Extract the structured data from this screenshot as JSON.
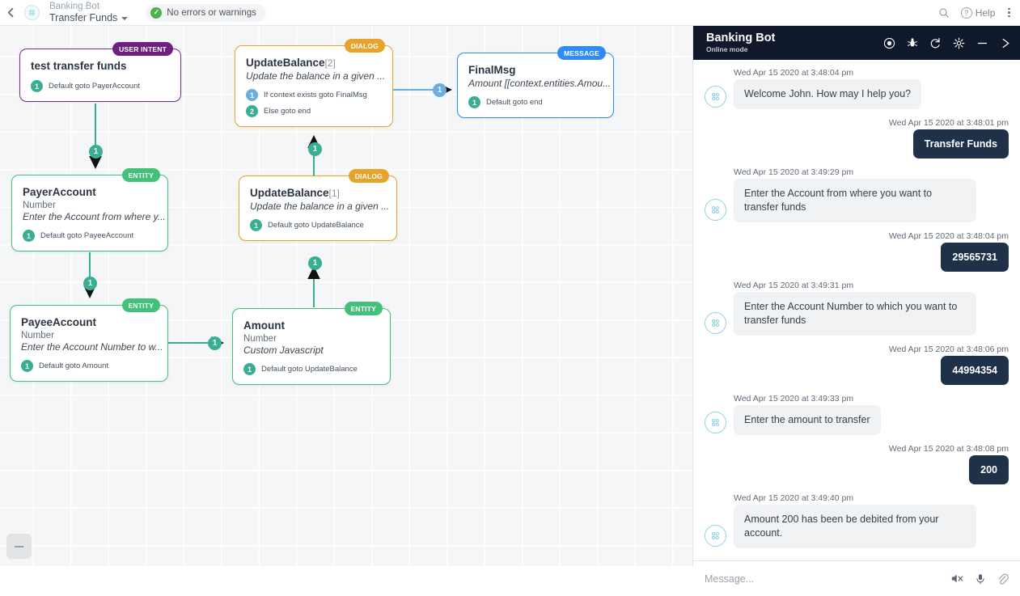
{
  "topbar": {
    "back_icon": "chevron-left-icon",
    "bot_name": "Banking Bot",
    "flow_name": "Transfer Funds",
    "status": "No errors or warnings",
    "search_icon": "search-icon",
    "help_label": "Help",
    "menu_icon": "kebab-menu-icon"
  },
  "canvas": {
    "zoom_out_label": "−",
    "nodes": [
      {
        "id": "test-transfer-funds",
        "kind": "intent",
        "tag": "USER INTENT",
        "title": "test transfer funds",
        "index": "",
        "subtype": "",
        "description": "",
        "connections": [
          {
            "num": "1",
            "label": "Default goto PayerAccount",
            "color": "teal"
          }
        ]
      },
      {
        "id": "payer-account",
        "kind": "entity",
        "tag": "ENTITY",
        "title": "PayerAccount",
        "index": "",
        "subtype": "Number",
        "description": "Enter the Account from where y...",
        "connections": [
          {
            "num": "1",
            "label": "Default goto PayeeAccount",
            "color": "teal"
          }
        ]
      },
      {
        "id": "payee-account",
        "kind": "entity",
        "tag": "ENTITY",
        "title": "PayeeAccount",
        "index": "",
        "subtype": "Number",
        "description": "Enter the Account Number to w...",
        "connections": [
          {
            "num": "1",
            "label": "Default goto Amount",
            "color": "teal"
          }
        ]
      },
      {
        "id": "amount",
        "kind": "entity",
        "tag": "ENTITY",
        "title": "Amount",
        "index": "",
        "subtype": "Number",
        "description": "Custom Javascript",
        "connections": [
          {
            "num": "1",
            "label": "Default goto UpdateBalance",
            "color": "teal"
          }
        ]
      },
      {
        "id": "update-balance-1",
        "kind": "dialog",
        "tag": "DIALOG",
        "title": "UpdateBalance",
        "index": "[1]",
        "subtype": "",
        "description": "Update the balance in a given ...",
        "connections": [
          {
            "num": "1",
            "label": "Default goto UpdateBalance",
            "color": "teal"
          }
        ]
      },
      {
        "id": "update-balance-2",
        "kind": "dialog",
        "tag": "DIALOG",
        "title": "UpdateBalance",
        "index": "[2]",
        "subtype": "",
        "description": "Update the balance in a given ...",
        "connections": [
          {
            "num": "1",
            "label": "If context exists goto FinalMsg",
            "color": "blue"
          },
          {
            "num": "2",
            "label": "Else goto end",
            "color": "teal"
          }
        ]
      },
      {
        "id": "final-msg",
        "kind": "message",
        "tag": "MESSAGE",
        "title": "FinalMsg",
        "index": "",
        "subtype": "",
        "description": "Amount [[context.entities.Amou...",
        "connections": [
          {
            "num": "1",
            "label": "Default goto end",
            "color": "teal"
          }
        ]
      }
    ],
    "edges": [
      {
        "id": "intent-to-payer",
        "badge": "1",
        "color": "teal"
      },
      {
        "id": "payer-to-payee",
        "badge": "1",
        "color": "teal"
      },
      {
        "id": "payee-to-amount",
        "badge": "1",
        "color": "teal"
      },
      {
        "id": "amount-to-ub1",
        "badge": "1",
        "color": "teal"
      },
      {
        "id": "ub1-to-ub2",
        "badge": "1",
        "color": "teal"
      },
      {
        "id": "ub2-to-finalmsg",
        "badge": "1",
        "color": "blue"
      }
    ]
  },
  "chat": {
    "title": "Banking Bot",
    "mode": "Online mode",
    "header_icons": [
      "record-icon",
      "bug-icon",
      "refresh-icon",
      "gear-icon",
      "minimize-icon",
      "close-icon"
    ],
    "messages": [
      {
        "from": "bot",
        "time": "Wed Apr 15 2020 at 3:48:04 pm",
        "text": "Welcome John. How may I help you?"
      },
      {
        "from": "user",
        "time": "Wed Apr 15 2020 at 3:48:01 pm",
        "text": "Transfer Funds"
      },
      {
        "from": "bot",
        "time": "Wed Apr 15 2020 at 3:49:29 pm",
        "text": "Enter the Account from where you want to transfer funds"
      },
      {
        "from": "user",
        "time": "Wed Apr 15 2020 at 3:48:04 pm",
        "text": "29565731"
      },
      {
        "from": "bot",
        "time": "Wed Apr 15 2020 at 3:49:31 pm",
        "text": "Enter the Account Number to which you want to transfer funds"
      },
      {
        "from": "user",
        "time": "Wed Apr 15 2020 at 3:48:06 pm",
        "text": "44994354"
      },
      {
        "from": "bot",
        "time": "Wed Apr 15 2020 at 3:49:33 pm",
        "text": "Enter the amount to transfer"
      },
      {
        "from": "user",
        "time": "Wed Apr 15 2020 at 3:48:08 pm",
        "text": "200"
      },
      {
        "from": "bot",
        "time": "Wed Apr 15 2020 at 3:49:40 pm",
        "text": "Amount 200 has been be debited from your account."
      }
    ],
    "input_placeholder": "Message...",
    "footer_icons": [
      "speaker-mute-icon",
      "microphone-icon",
      "attachment-icon"
    ]
  },
  "colors": {
    "intent": "#6e2080",
    "entity": "#43c17a",
    "dialog": "#e8a32e",
    "message": "#2d8cf5",
    "edge_teal": "#3aae94",
    "edge_blue": "#6aaede",
    "chat_header": "#10192b",
    "user_bubble": "#1f3049",
    "bot_bubble": "#f1f2f4",
    "canvas_bg": "#f5f6f7"
  }
}
